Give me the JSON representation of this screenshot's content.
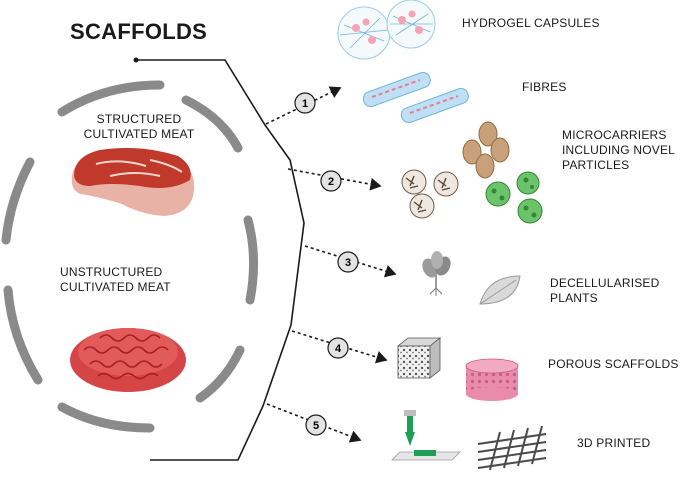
{
  "title": "SCAFFOLDS",
  "meat": {
    "structured": "STRUCTURED\nCULTIVATED MEAT",
    "unstructured": "UNSTRUCTURED\nCULTIVATED MEAT"
  },
  "scaffolds": [
    {
      "label": "HYDROGEL CAPSULES"
    },
    {
      "label": "FIBRES"
    },
    {
      "label": "MICROCARRIERS\nINCLUDING NOVEL\nPARTICLES"
    },
    {
      "label": "DECELLULARISED\nPLANTS"
    },
    {
      "label": "POROUS SCAFFOLDS"
    },
    {
      "label": "3D PRINTED"
    }
  ],
  "steps": [
    "1",
    "2",
    "3",
    "4",
    "5"
  ],
  "colors": {
    "arc": "#8a8a8a",
    "meat": "#c0392b",
    "bubble": "#e3e3e3",
    "fibre": "#bfe0f4",
    "green": "#6cc36c",
    "tan": "#c8a17a",
    "porous_pink": "#e98bab",
    "printer_green": "#1f9e55"
  },
  "icons": [
    "hydrogel-capsule-icon",
    "fibre-icon",
    "microcarrier-icon",
    "plant-icon",
    "leaf-icon",
    "porous-cube-icon",
    "porous-cylinder-icon",
    "bioprinter-icon",
    "printed-lattice-icon",
    "steak-icon",
    "minced-meat-icon"
  ]
}
